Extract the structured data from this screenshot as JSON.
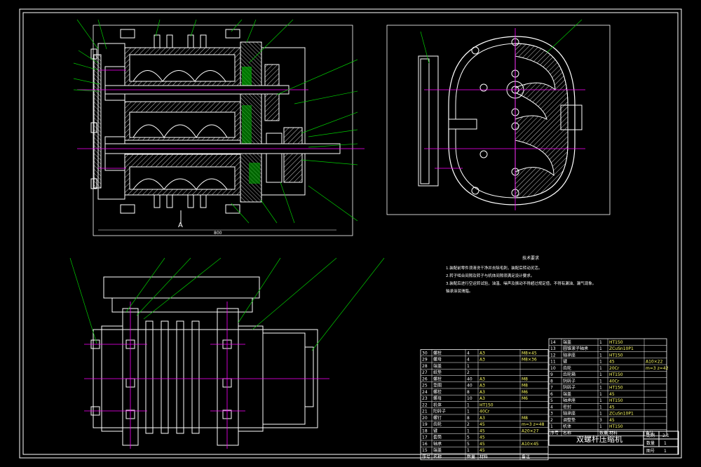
{
  "section_marker": "A",
  "dimension_label": "800",
  "notes": {
    "heading": "技术要求",
    "lines": [
      "1.装配前零件须清洗干净并去除毛刺，装配后转动灵活。",
      "2.转子啮合间隙及转子与机体间隙须满足设计要求。",
      "3.装配后进行空运转试验，油温、噪声及振动不得超过规定值，不得有漏油、漏气现象。",
      "轴承涂润滑脂。"
    ]
  },
  "title_block": {
    "title": "双螺杆压缩机",
    "scale_label": "比例",
    "scale_value": "2:1",
    "qty_label": "数量",
    "qty_value": "1",
    "sheet_label": "图号",
    "sheet_value": "1",
    "footer_left": [
      "序号",
      "名称",
      "数量",
      "材料",
      "备注"
    ],
    "footer_right": [
      "序号",
      "名称",
      "数量",
      "材料",
      "备注"
    ]
  },
  "bom_left": [
    [
      "30",
      "螺栓",
      "4",
      "A3",
      "M8×45"
    ],
    [
      "29",
      "螺母",
      "4",
      "A3",
      "M8×36"
    ],
    [
      "28",
      "端盖",
      "1",
      "",
      ""
    ],
    [
      "27",
      "纸垫",
      "2",
      "",
      ""
    ],
    [
      "26",
      "螺栓",
      "40",
      "A3",
      "M8"
    ],
    [
      "25",
      "垫圈",
      "40",
      "A3",
      "M8"
    ],
    [
      "24",
      "螺栓",
      "8",
      "A3",
      "M6"
    ],
    [
      "23",
      "螺母",
      "10",
      "A3",
      "M6"
    ],
    [
      "22",
      "机体",
      "1",
      "HT150",
      ""
    ],
    [
      "21",
      "阳转子",
      "1",
      "40Cr",
      ""
    ],
    [
      "20",
      "螺钉",
      "8",
      "A3",
      "M8"
    ],
    [
      "19",
      "齿轮",
      "2",
      "45",
      "m=3 z=48"
    ],
    [
      "18",
      "键",
      "1",
      "45",
      "A20×27"
    ],
    [
      "17",
      "套筒",
      "5",
      "45",
      ""
    ],
    [
      "16",
      "轴承",
      "5",
      "45",
      "A10×45"
    ],
    [
      "15",
      "端盖",
      "1",
      "45",
      ""
    ]
  ],
  "bom_right": [
    [
      "14",
      "端盖",
      "1",
      "HT150",
      ""
    ],
    [
      "13",
      "圆锥滚子轴承",
      "1",
      "ZCuSn10P1",
      ""
    ],
    [
      "12",
      "轴承座",
      "1",
      "HT150",
      ""
    ],
    [
      "11",
      "键",
      "1",
      "45",
      "A10×22"
    ],
    [
      "10",
      "齿轮",
      "1",
      "20Cr",
      "m=3 z=42"
    ],
    [
      "9",
      "齿轮箱",
      "1",
      "HT150",
      ""
    ],
    [
      "8",
      "阴转子",
      "1",
      "40Cr",
      ""
    ],
    [
      "7",
      "阴转子",
      "1",
      "HT150",
      ""
    ],
    [
      "6",
      "端盖",
      "1",
      "45",
      ""
    ],
    [
      "5",
      "轴承座",
      "1",
      "HT150",
      ""
    ],
    [
      "4",
      "密封",
      "1",
      "45",
      ""
    ],
    [
      "3",
      "轴承座",
      "1",
      "ZCuSn10P1",
      ""
    ],
    [
      "2",
      "调整垫",
      "3",
      "45",
      ""
    ],
    [
      "1",
      "机体",
      "1",
      "HT150",
      ""
    ]
  ],
  "colors": {
    "outline": "#ffffff",
    "hatch": "#ffffff",
    "centerline": "#ff00ff",
    "leader": "#00cc00",
    "fill_green": "#00aa00",
    "hidden": "#ffff00"
  }
}
